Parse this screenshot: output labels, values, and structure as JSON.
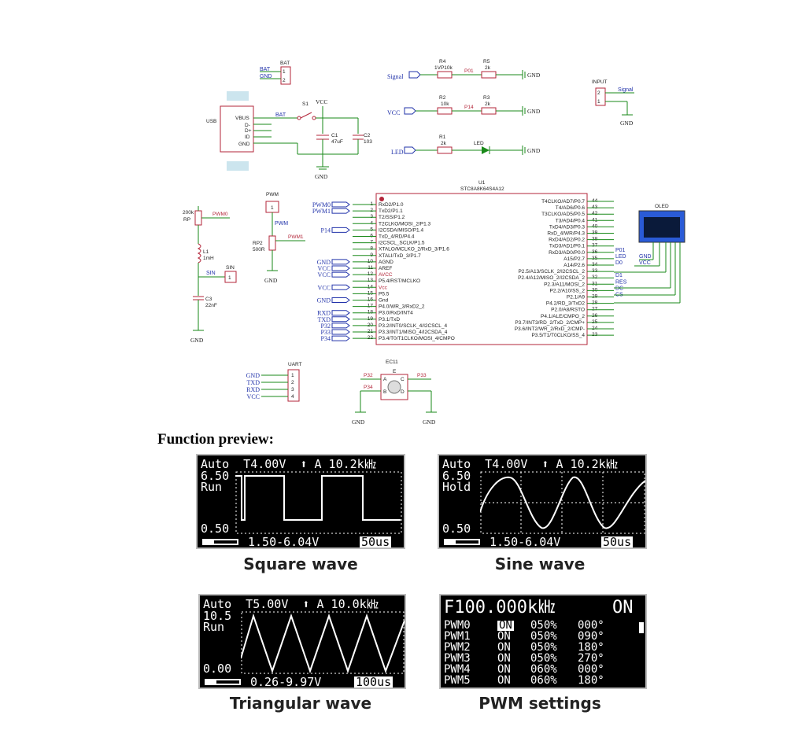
{
  "schematic": {
    "bat": {
      "ref": "BAT",
      "pins": [
        "1",
        "2"
      ],
      "net1": "BAT",
      "net2": "GND"
    },
    "usb": {
      "ref": "USB",
      "pins": [
        "VBUS",
        "D-",
        "D+",
        "ID",
        "GND"
      ],
      "net": "BAT"
    },
    "switch": {
      "ref": "S1",
      "vcc": "VCC"
    },
    "c1": {
      "ref": "C1",
      "value": "47uF"
    },
    "c2": {
      "ref": "C2",
      "value": "103"
    },
    "gnd": "GND",
    "r4": {
      "ref": "R4",
      "value": "1VP10k"
    },
    "r5": {
      "ref": "R5",
      "value": "2k"
    },
    "r2": {
      "ref": "R2",
      "value": "10k"
    },
    "r3": {
      "ref": "R3",
      "value": "2k"
    },
    "r1": {
      "ref": "R1",
      "value": "2k"
    },
    "led": {
      "ref": "LED"
    },
    "net_labels": {
      "signal": "Signal",
      "vcc": "VCC",
      "led": "LED",
      "p01": "P01",
      "p14": "P14"
    },
    "input": {
      "ref": "INPUT",
      "pins": [
        "2",
        "1"
      ],
      "net": "Signal"
    },
    "rp": {
      "ref": "RP",
      "value": "200k",
      "net": "PWM0"
    },
    "l1": {
      "ref": "L1",
      "value": "1mH"
    },
    "sin": {
      "ref": "SIN",
      "pin": "1"
    },
    "c3": {
      "ref": "C3",
      "value": "22nF"
    },
    "pwm_conn": {
      "ref": "PWM",
      "pin": "1",
      "net": "PWM"
    },
    "rp2": {
      "ref": "RP2",
      "value": "500R",
      "net": "PWM1"
    },
    "mcu": {
      "ref": "U1",
      "part": "STC8A8K64S4A12",
      "left_pins": [
        "RxD2/P1.0",
        "TxD2/P1.1",
        "T2/SS/P1.2",
        "T2CLKO/MOSI_2/P1.3",
        "I2CSDA/MISO/P1.4",
        "TxD_4/RD/P4.4",
        "I2CSCL_SCLK/P1.5",
        "XTALO/MCLKO_2/RxD_3/P1.6",
        "XTALI/TxD_3/P1.7",
        "AGND",
        "AREF",
        "AVCC",
        "P5.4/RST/MCLKO",
        "Vcc",
        "P5.5",
        "Gnd",
        "P4.0/WR_3/RxD2_2",
        "P3.0/RxD/INT4",
        "P3.1/TxD",
        "P3.2/INT0/SCLK_4/I2CSCL_4",
        "P3.3/INT1/MISO_4/I2CSDA_4",
        "P3.4/T0/T1CLKO/MOSI_4/CMPO"
      ],
      "left_nums": [
        "1",
        "2",
        "3",
        "4",
        "5",
        "6",
        "7",
        "8",
        "9",
        "10",
        "11",
        "12",
        "13",
        "14",
        "15",
        "16",
        "17",
        "18",
        "19",
        "20",
        "21",
        "22"
      ],
      "left_nets": [
        "PWM0",
        "PWM1",
        "",
        "",
        "P14",
        "",
        "",
        "",
        "",
        "GND",
        "VCC",
        "VCC",
        "",
        "VCC",
        "",
        "GND",
        "",
        "RXD",
        "TXD",
        "P32",
        "P33",
        "P34"
      ],
      "right_pins": [
        "T4CLKO/AD7/P0.7",
        "T4/AD6/P0.6",
        "T3CLKO/AD5/P0.5",
        "T3/AD4/P0.4",
        "TxD4/AD3/P0.3",
        "RxD_4/WR/P4.3",
        "RxD4/AD2/P0.2",
        "TxD3/AD1/P0.1",
        "RxD3/AD0/P0.0",
        "A15/P2.7",
        "A14/P2.6",
        "P2.5/A13/SCLK_2/I2CSCL_2",
        "P2.4/A12/MISO_2/I2CSDA_2",
        "P2.3/A11/MOSI_2",
        "P2.2/A10/SS_2",
        "P2.1/A9",
        "P4.2/RD_3/TxD2",
        "P2.0/A8/RSTO",
        "P4.1/ALE/CMPO_2",
        "P3.7/INT3/RD_2/TxD_2/CMP+",
        "P3.6/INT2/WR_2/RxD_2/CMP-",
        "P3.5/T1/T0CLKO/SS_4"
      ],
      "right_nums": [
        "44",
        "43",
        "42",
        "41",
        "40",
        "39",
        "38",
        "37",
        "36",
        "35",
        "34",
        "33",
        "32",
        "31",
        "30",
        "29",
        "28",
        "27",
        "26",
        "25",
        "24",
        "23"
      ],
      "right_nets": [
        "",
        "",
        "",
        "",
        "",
        "",
        "",
        "",
        "P01",
        "LED",
        "D0",
        "",
        "D1",
        "RES",
        "DC",
        "CS",
        "",
        "",
        "",
        "",
        "",
        ""
      ]
    },
    "oled": {
      "ref": "OLED",
      "nets": [
        "GND",
        "VCC"
      ]
    },
    "uart": {
      "ref": "UART",
      "pins": [
        "1",
        "2",
        "3",
        "4"
      ],
      "nets": [
        "GND",
        "TXD",
        "RXD",
        "VCC"
      ]
    },
    "ec11": {
      "ref": "EC11",
      "pins": [
        "A",
        "B",
        "C",
        "D",
        "E"
      ],
      "nets": [
        "P32",
        "P33",
        "P34"
      ]
    }
  },
  "preview": {
    "title": "Function preview:",
    "square": {
      "caption": "Square wave",
      "top": "Auto  T4.00V  ⬆ A 10.2k㎑",
      "vmax": "6.50",
      "mode": "Run",
      "vmin": "0.50",
      "range": "1.50-6.04V",
      "timebase": "50us"
    },
    "sine": {
      "caption": "Sine wave",
      "top": "Auto  T4.00V  ⬆ A 10.2k㎑",
      "vmax": "6.50",
      "mode": "Hold",
      "vmin": "0.50",
      "range": "1.50-6.04V",
      "timebase": "50us"
    },
    "triangle": {
      "caption": "Triangular wave",
      "top": "Auto  T5.00V  ⬆ A 10.0k㎑",
      "vmax": "10.5",
      "mode": "Run",
      "vmin": "0.00",
      "range": "0.26-9.97V",
      "timebase": "100us"
    },
    "pwm": {
      "caption": "PWM settings",
      "freq": "F100.000k㎑",
      "state": "ON",
      "rows": [
        {
          "name": "PWM0",
          "state": "ON",
          "duty": "050%",
          "phase": "000°"
        },
        {
          "name": "PWM1",
          "state": "ON",
          "duty": "050%",
          "phase": "090°"
        },
        {
          "name": "PWM2",
          "state": "ON",
          "duty": "050%",
          "phase": "180°"
        },
        {
          "name": "PWM3",
          "state": "ON",
          "duty": "050%",
          "phase": "270°"
        },
        {
          "name": "PWM4",
          "state": "ON",
          "duty": "060%",
          "phase": "000°"
        },
        {
          "name": "PWM5",
          "state": "ON",
          "duty": "060%",
          "phase": "180°"
        }
      ]
    }
  }
}
